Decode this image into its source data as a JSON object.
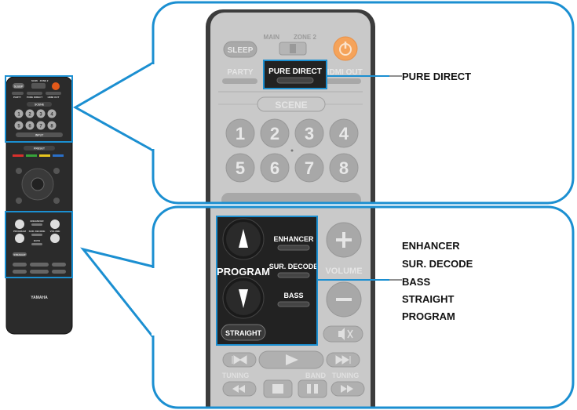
{
  "remote_small": {
    "main_zone_label": "MAIN",
    "zone2_label": "ZONE 2",
    "sleep": "SLEEP",
    "party": "PARTY",
    "pure_direct": "PURE DIRECT",
    "hdmi_out": "HDMI OUT",
    "scene": "SCENE",
    "numbers": [
      "1",
      "2",
      "3",
      "4",
      "5",
      "6",
      "7",
      "8"
    ],
    "input": "INPUT",
    "preset": "PRESET",
    "colors": [
      "RED",
      "GREEN",
      "YELLOW",
      "BLUE"
    ],
    "enhancer": "ENHANCER",
    "program": "PROGRAM",
    "sur_decode": "SUR. DECODE",
    "volume": "VOLUME",
    "bass": "BASS",
    "straight": "STRAIGHT",
    "brand": "YAMAHA"
  },
  "zoom_top": {
    "main_label": "MAIN",
    "zone2_label": "ZONE 2",
    "sleep": "SLEEP",
    "party": "PARTY",
    "pure_direct": "PURE DIRECT",
    "hdmi_out": "HDMI OUT",
    "scene": "SCENE",
    "numbers": [
      "1",
      "2",
      "3",
      "4",
      "5",
      "6",
      "7",
      "8"
    ]
  },
  "zoom_bottom": {
    "enhancer": "ENHANCER",
    "program": "PROGRAM",
    "sur_decode": "SUR. DECODE",
    "bass": "BASS",
    "straight": "STRAIGHT",
    "volume": "VOLUME",
    "tuning_left": "TUNING",
    "band": "BAND",
    "tuning_right": "TUNING"
  },
  "callouts": {
    "top": [
      "PURE DIRECT"
    ],
    "bottom": [
      "ENHANCER",
      "SUR. DECODE",
      "BASS",
      "STRAIGHT",
      "PROGRAM"
    ]
  },
  "colors": {
    "accent_blue": "#1b8fd1",
    "remote_dark": "#2a2a2a",
    "remote_gray": "#c7c7c7",
    "button_gray": "#9a9a9a",
    "power_orange": "#f08a1c"
  }
}
